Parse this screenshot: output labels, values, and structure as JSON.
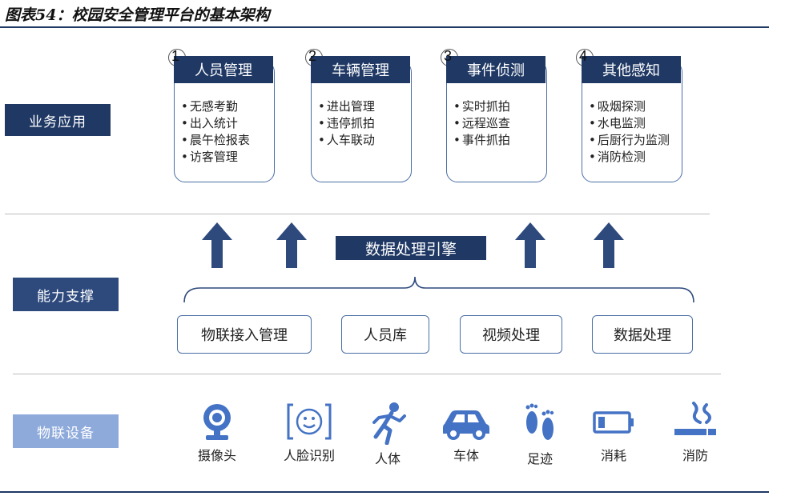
{
  "figure_title": "图表54：校园安全管理平台的基本架构",
  "layers": {
    "business": "业务应用",
    "capability": "能力支撑",
    "devices": "物联设备"
  },
  "cards": [
    {
      "num": "1",
      "title": "人员管理",
      "items": [
        "无感考勤",
        "出入统计",
        "晨午检报表",
        "访客管理"
      ]
    },
    {
      "num": "2",
      "title": "车辆管理",
      "items": [
        "进出管理",
        "违停抓拍",
        "人车联动"
      ]
    },
    {
      "num": "3",
      "title": "事件侦测",
      "items": [
        "实时抓拍",
        "远程巡查",
        "事件抓拍"
      ]
    },
    {
      "num": "4",
      "title": "其他感知",
      "items": [
        "吸烟探测",
        "水电监测",
        "后厨行为监测",
        "消防检测"
      ]
    }
  ],
  "engine_label": "数据处理引擎",
  "capabilities": [
    "物联接入管理",
    "人员库",
    "视频处理",
    "数据处理"
  ],
  "devices": [
    {
      "label": "摄像头",
      "icon": "webcam-icon"
    },
    {
      "label": "人脸识别",
      "icon": "face-recognition-icon"
    },
    {
      "label": "人体",
      "icon": "running-person-icon"
    },
    {
      "label": "车体",
      "icon": "car-icon"
    },
    {
      "label": "足迹",
      "icon": "footprints-icon"
    },
    {
      "label": "消耗",
      "icon": "battery-icon"
    },
    {
      "label": "消防",
      "icon": "smoking-icon"
    }
  ],
  "colors": {
    "navy": "#1f3864",
    "light_navy": "#2e4a7d",
    "device_label": "#8eaadb",
    "icon_blue": "#4472c4"
  }
}
